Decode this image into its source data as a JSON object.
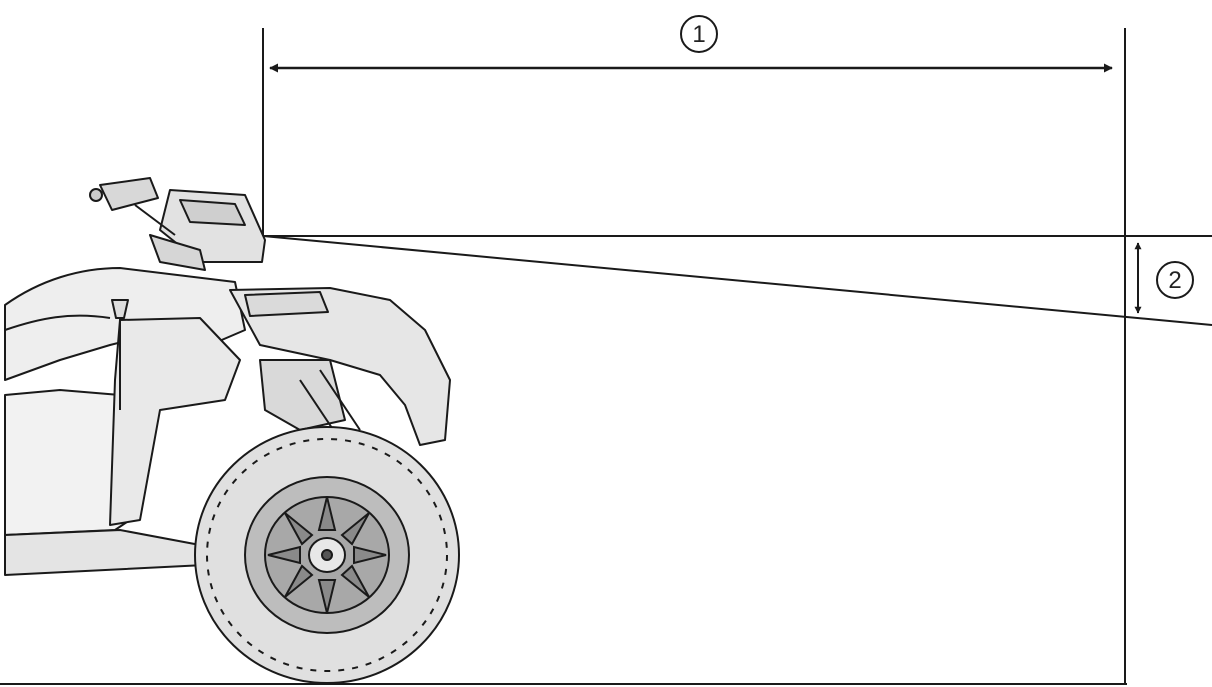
{
  "diagram": {
    "callouts": [
      {
        "id": "distance",
        "label": "1"
      },
      {
        "id": "drop",
        "label": "2"
      }
    ],
    "colors": {
      "line": "#1a1a1a",
      "body": "#e9e9e9",
      "tire": "#dcdcdc",
      "rim": "#9a9a9a"
    }
  }
}
